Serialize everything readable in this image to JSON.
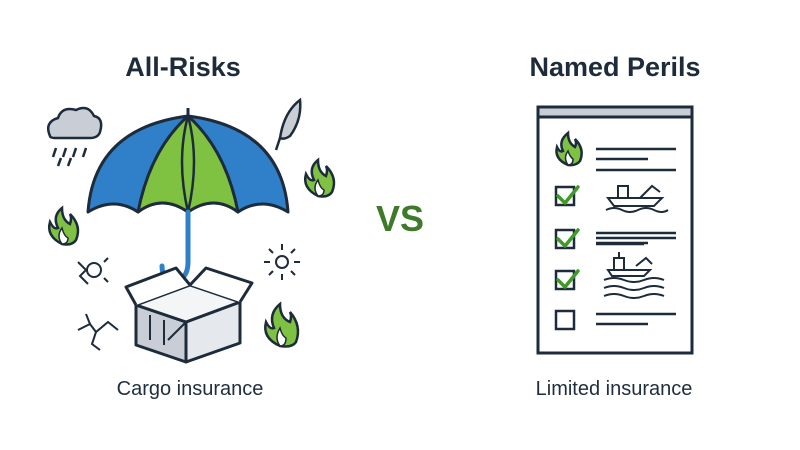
{
  "left": {
    "title": "All-Risks",
    "caption": "Cargo insurance"
  },
  "right": {
    "title": "Named Perils",
    "caption": "Limited insurance",
    "checklist": [
      {
        "icon": "fire-icon",
        "checked": false
      },
      {
        "icon": "ship-icon",
        "checked": true
      },
      {
        "icon": "",
        "checked": true
      },
      {
        "icon": "sinking-ship-icon",
        "checked": true
      },
      {
        "icon": "",
        "checked": false
      }
    ]
  },
  "vs_label": "VS",
  "colors": {
    "navy": "#1d2b3a",
    "blue": "#2f7fc9",
    "green": "#7fc242",
    "dark_green": "#3f7a2a",
    "gray": "#c9ced6"
  }
}
